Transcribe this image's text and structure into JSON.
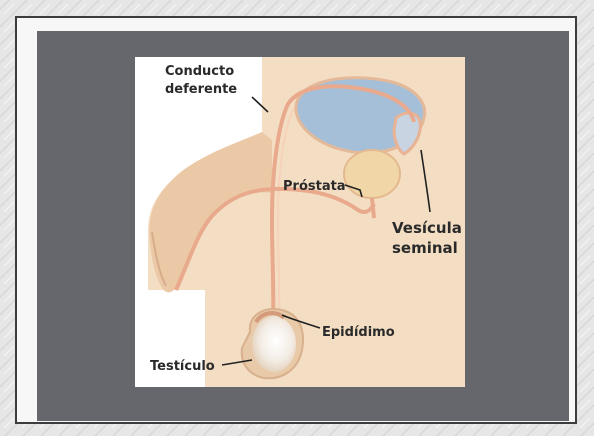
{
  "labels": {
    "conducto_deferente_1": "Conducto",
    "conducto_deferente_2": "deferente",
    "prostata": "Próstata",
    "vesicula_1": "Vesícula",
    "vesicula_2": "seminal",
    "epididimo": "Epidídimo",
    "testiculo": "Testículo"
  },
  "colors": {
    "page_background": "#eaeaea",
    "frame_border": "#3c3c3c",
    "slide_background": "#66676c",
    "tissue": "#f2dcc0",
    "duct": "#e9a98d",
    "bladder": "#a6bfd8",
    "gland": "#f1d7a8"
  }
}
